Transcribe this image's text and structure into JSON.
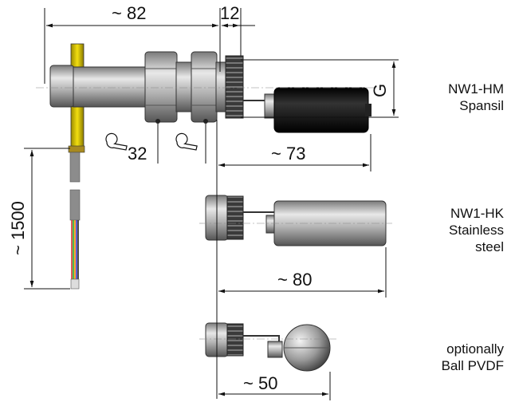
{
  "dimensions": {
    "overall_length": "~ 82",
    "thread_length": "12",
    "wrench_size": "32",
    "cable_length": "~ 1500",
    "float_hm": "~ 73",
    "float_hk": "~ 80",
    "float_ball": "~ 50",
    "thread_size": "G"
  },
  "variants": [
    {
      "line1": "NW1-HM",
      "line2": "Spansil"
    },
    {
      "line1": "NW1-HK",
      "line2": "Stainless",
      "line3": "steel"
    },
    {
      "line1": "optionally",
      "line2": "Ball PVDF"
    }
  ],
  "colors": {
    "body_metal": "#b9b9b9",
    "hex_nut": "#8d8d8d",
    "yellow_band": "#d9c400",
    "spansil_float": "#111111",
    "cable": "#8c8c8c"
  }
}
